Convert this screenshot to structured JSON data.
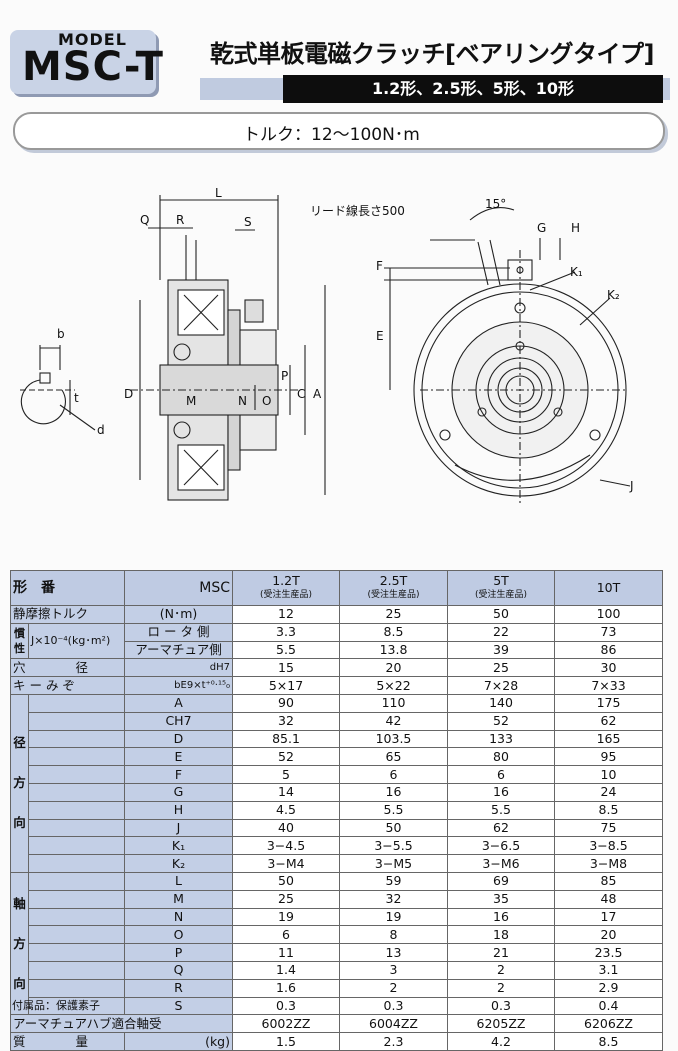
{
  "header": {
    "model_label": "MODEL",
    "model_name": "MSC-T",
    "title": "乾式単板電磁クラッチ[ベアリングタイプ]",
    "sizes": "1.2形、2.5形、5形、10形",
    "torque": "トルク：12～100N･m"
  },
  "drawing": {
    "dims": {
      "L": "L",
      "Q": "Q",
      "R": "R",
      "S": "S",
      "D": "D",
      "M": "M",
      "N": "N",
      "O": "O",
      "P": "P",
      "C": "C",
      "A": "A",
      "b": "b",
      "t": "t",
      "d": "d",
      "E": "E",
      "F": "F",
      "G": "G",
      "H": "H",
      "K1": "K₁",
      "K2": "K₂",
      "J": "J"
    },
    "lead_wire": "リード線長さ500",
    "angle": "15°"
  },
  "table": {
    "head": {
      "kata": "形　番",
      "msc": "MSC",
      "cols": [
        {
          "name": "1.2T",
          "note": "(受注生産品)"
        },
        {
          "name": "2.5T",
          "note": "(受注生産品)"
        },
        {
          "name": "5T",
          "note": "(受注生産品)"
        },
        {
          "name": "10T",
          "note": ""
        }
      ]
    },
    "torque": {
      "label": "静摩擦トルク",
      "unit": "(N･m)",
      "values": [
        "12",
        "25",
        "50",
        "100"
      ]
    },
    "inertia": {
      "group": "慣性",
      "unit": "J×10⁻⁴(kg･m²)",
      "rows": [
        {
          "label": "ロ ー タ 側",
          "values": [
            "3.3",
            "8.5",
            "22",
            "73"
          ]
        },
        {
          "label": "アーマチュア側",
          "values": [
            "5.5",
            "13.8",
            "39",
            "86"
          ]
        }
      ]
    },
    "bore": {
      "label": "穴　　　　径",
      "sub": "dH7",
      "values": [
        "15",
        "20",
        "25",
        "30"
      ]
    },
    "key": {
      "label": "キ ー み ぞ",
      "sub": "bE9×t⁺⁰·¹⁵₀",
      "values": [
        "5×17",
        "5×22",
        "7×28",
        "7×33"
      ]
    },
    "radial": {
      "group": "径 方 向",
      "rows": [
        {
          "label": "A",
          "values": [
            "90",
            "110",
            "140",
            "175"
          ]
        },
        {
          "label": "CH7",
          "values": [
            "32",
            "42",
            "52",
            "62"
          ]
        },
        {
          "label": "D",
          "values": [
            "85.1",
            "103.5",
            "133",
            "165"
          ]
        },
        {
          "label": "E",
          "values": [
            "52",
            "65",
            "80",
            "95"
          ]
        },
        {
          "label": "F",
          "values": [
            "5",
            "6",
            "6",
            "10"
          ]
        },
        {
          "label": "G",
          "values": [
            "14",
            "16",
            "16",
            "24"
          ]
        },
        {
          "label": "H",
          "values": [
            "4.5",
            "5.5",
            "5.5",
            "8.5"
          ]
        },
        {
          "label": "J",
          "values": [
            "40",
            "50",
            "62",
            "75"
          ]
        },
        {
          "label": "K₁",
          "values": [
            "3−4.5",
            "3−5.5",
            "3−6.5",
            "3−8.5"
          ]
        },
        {
          "label": "K₂",
          "values": [
            "3−M4",
            "3−M5",
            "3−M6",
            "3−M8"
          ]
        }
      ]
    },
    "axial": {
      "group": "軸 方 向",
      "rows": [
        {
          "label": "L",
          "values": [
            "50",
            "59",
            "69",
            "85"
          ]
        },
        {
          "label": "M",
          "values": [
            "25",
            "32",
            "35",
            "48"
          ]
        },
        {
          "label": "N",
          "values": [
            "19",
            "19",
            "16",
            "17"
          ]
        },
        {
          "label": "O",
          "values": [
            "6",
            "8",
            "18",
            "20"
          ]
        },
        {
          "label": "P",
          "values": [
            "11",
            "13",
            "21",
            "23.5"
          ]
        },
        {
          "label": "Q",
          "values": [
            "1.4",
            "3",
            "2",
            "3.1"
          ]
        },
        {
          "label": "R",
          "values": [
            "1.6",
            "2",
            "2",
            "2.9"
          ]
        },
        {
          "label": "S",
          "values": [
            "0.3",
            "0.3",
            "0.3",
            "0.4"
          ]
        }
      ]
    },
    "bearing": {
      "label": "アーマチュアハブ適合軸受",
      "values": [
        "6002ZZ",
        "6004ZZ",
        "6205ZZ",
        "6206ZZ"
      ]
    },
    "mass": {
      "label": "質　　　　量",
      "unit": "(kg)",
      "values": [
        "1.5",
        "2.3",
        "4.2",
        "8.5"
      ]
    }
  },
  "footnote": "付属品：保護素子",
  "colors": {
    "accent_blue": "#c3cfe6",
    "black_bar": "#0d0d0d"
  }
}
